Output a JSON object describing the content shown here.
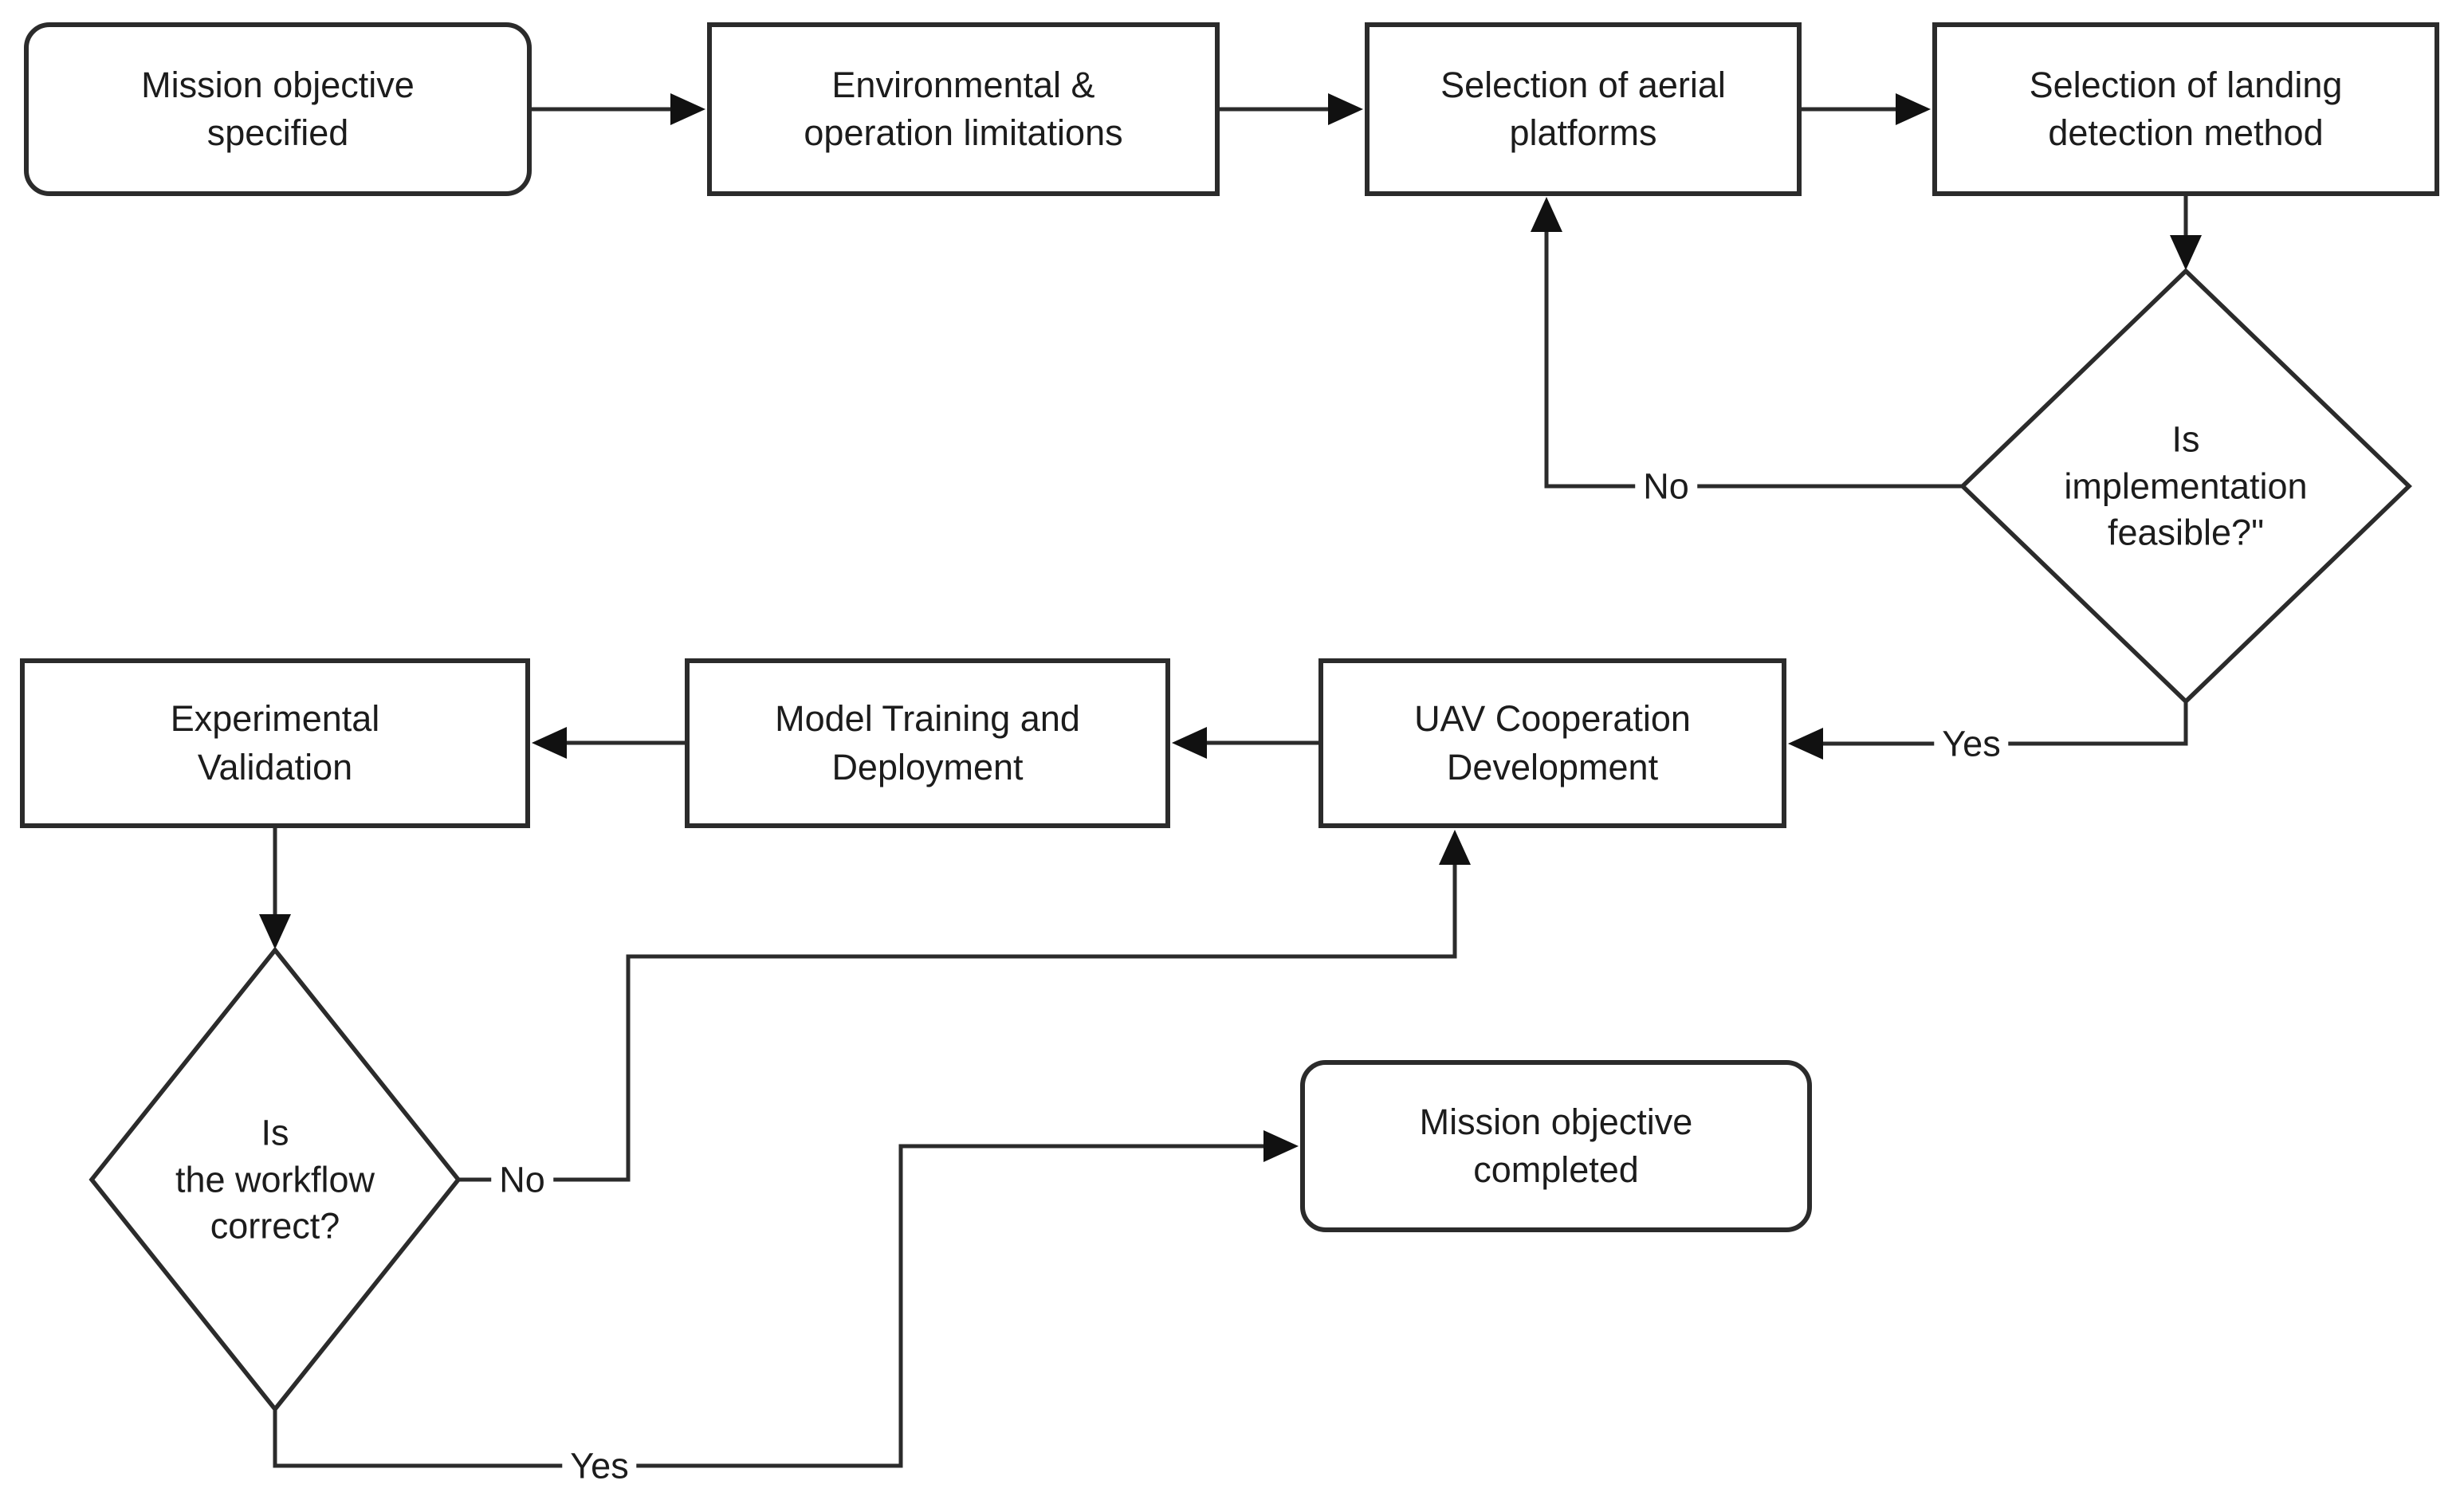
{
  "diagram": {
    "type": "flowchart",
    "background_color": "#ffffff",
    "line_color": "#2b2b2b",
    "text_color": "#1c1c1c"
  },
  "nodes": {
    "mission_specified": {
      "shape": "rounded-rect",
      "lines": [
        "Mission objective",
        "specified"
      ]
    },
    "env_limitations": {
      "shape": "rect",
      "lines": [
        "Environmental &",
        "operation limitations"
      ]
    },
    "aerial_platforms": {
      "shape": "rect",
      "lines": [
        "Selection of aerial",
        "platforms"
      ]
    },
    "landing_detection": {
      "shape": "rect",
      "lines": [
        "Selection of landing",
        "detection method"
      ]
    },
    "implementation_feasible": {
      "shape": "diamond",
      "lines": [
        "Is",
        "implementation",
        "feasible?\""
      ]
    },
    "uav_cooperation": {
      "shape": "rect",
      "lines": [
        "UAV Cooperation",
        "Development"
      ]
    },
    "model_training": {
      "shape": "rect",
      "lines": [
        "Model Training and",
        "Deployment"
      ]
    },
    "experimental_validation": {
      "shape": "rect",
      "lines": [
        "Experimental",
        "Validation"
      ]
    },
    "workflow_correct": {
      "shape": "diamond",
      "lines": [
        "Is",
        "the workflow",
        "correct?"
      ]
    },
    "mission_completed": {
      "shape": "rounded-rect",
      "lines": [
        "Mission objective",
        "completed"
      ]
    }
  },
  "edge_labels": {
    "feasible_no": "No",
    "feasible_yes": "Yes",
    "workflow_no": "No",
    "workflow_yes": "Yes"
  }
}
